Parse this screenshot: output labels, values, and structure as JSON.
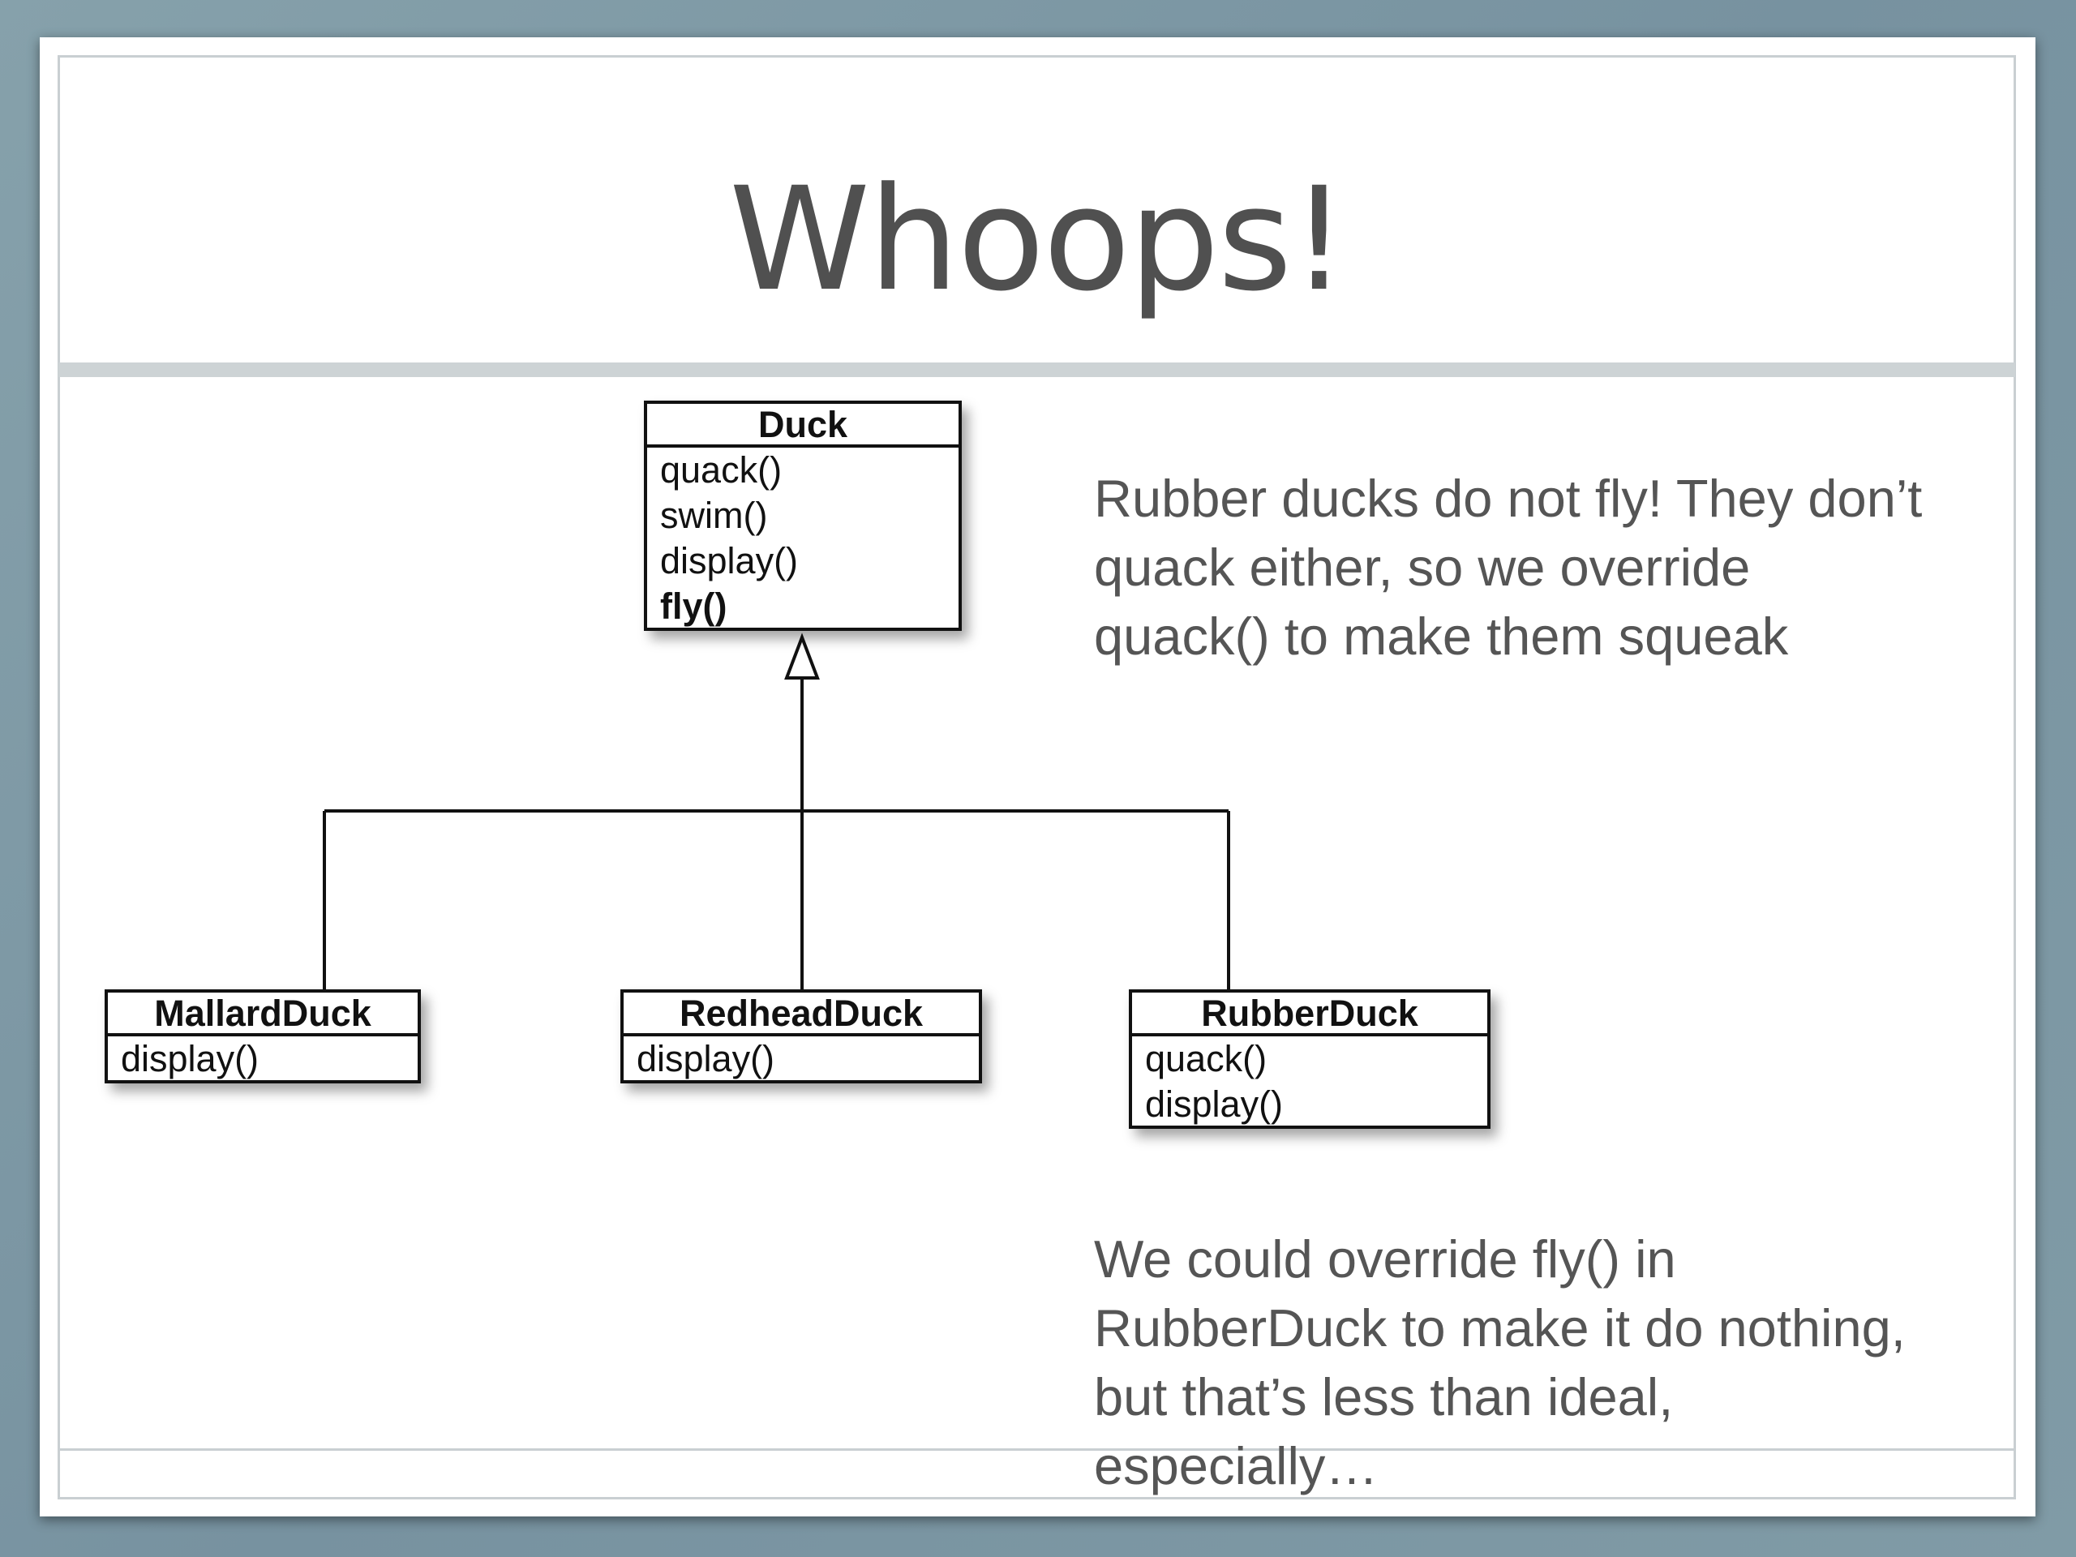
{
  "slide": {
    "title": "Whoops!",
    "note_top": [
      "Rubber ducks do not fly! They don’t",
      "quack either, so we override",
      "quack() to make them squeak"
    ],
    "note_bottom": [
      "We could override fly() in",
      "RubberDuck to make it do nothing,",
      "but that’s less than ideal,",
      "especially…"
    ]
  },
  "diagram": {
    "classes": {
      "duck": {
        "name": "Duck",
        "methods": [
          "quack()",
          "swim()",
          "display()",
          "fly()"
        ]
      },
      "mallard": {
        "name": "MallardDuck",
        "methods": [
          "display()"
        ]
      },
      "redhead": {
        "name": "RedheadDuck",
        "methods": [
          "display()"
        ]
      },
      "rubber": {
        "name": "RubberDuck",
        "methods": [
          "quack()",
          "display()"
        ]
      }
    },
    "relationship": "inheritance"
  }
}
